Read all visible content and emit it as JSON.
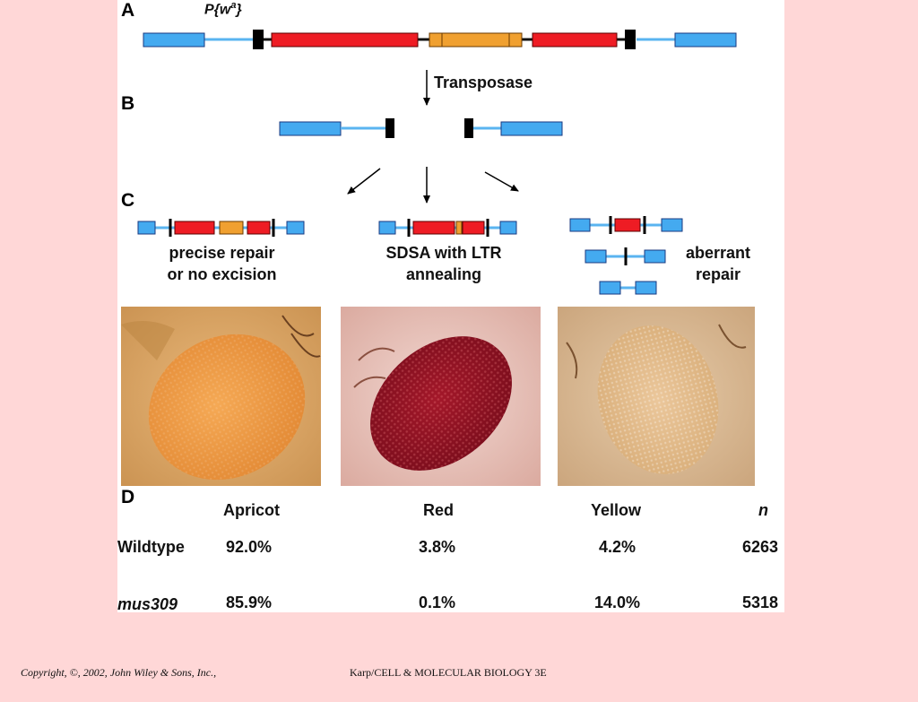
{
  "panel_labels": {
    "a": "A",
    "b": "B",
    "c": "C",
    "d": "D"
  },
  "element_label": {
    "prefix": "P{w",
    "superscript": "a",
    "suffix": "}"
  },
  "transposase_label": "Transposase",
  "outcomes": [
    {
      "line1": "precise repair",
      "line2": "or no excision"
    },
    {
      "line1": "SDSA with LTR",
      "line2": "annealing"
    },
    {
      "line1": "aberrant",
      "line2": "repair"
    }
  ],
  "eye_photos": [
    "apricot-eye",
    "red-eye",
    "yellow-eye"
  ],
  "table": {
    "headers": [
      "Apricot",
      "Red",
      "Yellow",
      "n"
    ],
    "rows": [
      {
        "label": "Wildtype",
        "values": [
          "92.0%",
          "3.8%",
          "4.2%",
          "6263"
        ]
      },
      {
        "label": "mus309",
        "values": [
          "85.9%",
          "0.1%",
          "14.0%",
          "5318"
        ]
      }
    ]
  },
  "footer": {
    "copyright": "Copyright, ©, 2002, John Wiley & Sons, Inc.,",
    "book": "Karp/CELL & MOLECULAR BIOLOGY 3E"
  },
  "colors": {
    "background": "#ffd7d7",
    "panel": "#ffffff",
    "exon_blue": "#44aaf0",
    "red_block": "#ee1c24",
    "orange_block": "#f0a030",
    "line_blue": "#5ab4f0"
  }
}
